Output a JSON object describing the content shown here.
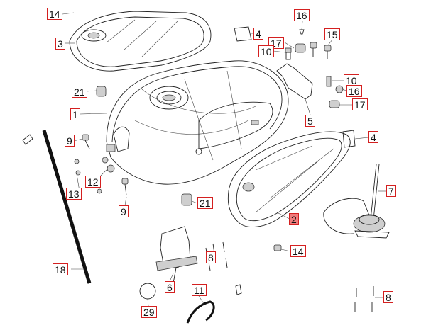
{
  "diagram": {
    "callouts": [
      {
        "id": "c14a",
        "text": "14"
      },
      {
        "id": "c3",
        "text": "3"
      },
      {
        "id": "c4a",
        "text": "4"
      },
      {
        "id": "c16a",
        "text": "16"
      },
      {
        "id": "c17a",
        "text": "17"
      },
      {
        "id": "c10a",
        "text": "10"
      },
      {
        "id": "c15",
        "text": "15"
      },
      {
        "id": "c21a",
        "text": "21"
      },
      {
        "id": "c10b",
        "text": "10"
      },
      {
        "id": "c16b",
        "text": "16"
      },
      {
        "id": "c1",
        "text": "1"
      },
      {
        "id": "c17b",
        "text": "17"
      },
      {
        "id": "c5",
        "text": "5"
      },
      {
        "id": "c9a",
        "text": "9"
      },
      {
        "id": "c4b",
        "text": "4"
      },
      {
        "id": "c12",
        "text": "12"
      },
      {
        "id": "c13",
        "text": "13"
      },
      {
        "id": "c7",
        "text": "7"
      },
      {
        "id": "c21b",
        "text": "21"
      },
      {
        "id": "c9b",
        "text": "9"
      },
      {
        "id": "c2",
        "text": "2"
      },
      {
        "id": "c8a",
        "text": "8"
      },
      {
        "id": "c14b",
        "text": "14"
      },
      {
        "id": "c18",
        "text": "18"
      },
      {
        "id": "c6",
        "text": "6"
      },
      {
        "id": "c11",
        "text": "11"
      },
      {
        "id": "c8b",
        "text": "8"
      },
      {
        "id": "c29",
        "text": "29"
      }
    ],
    "highlight_color": "#f07c7c",
    "callout_border_color": "#d42020"
  }
}
